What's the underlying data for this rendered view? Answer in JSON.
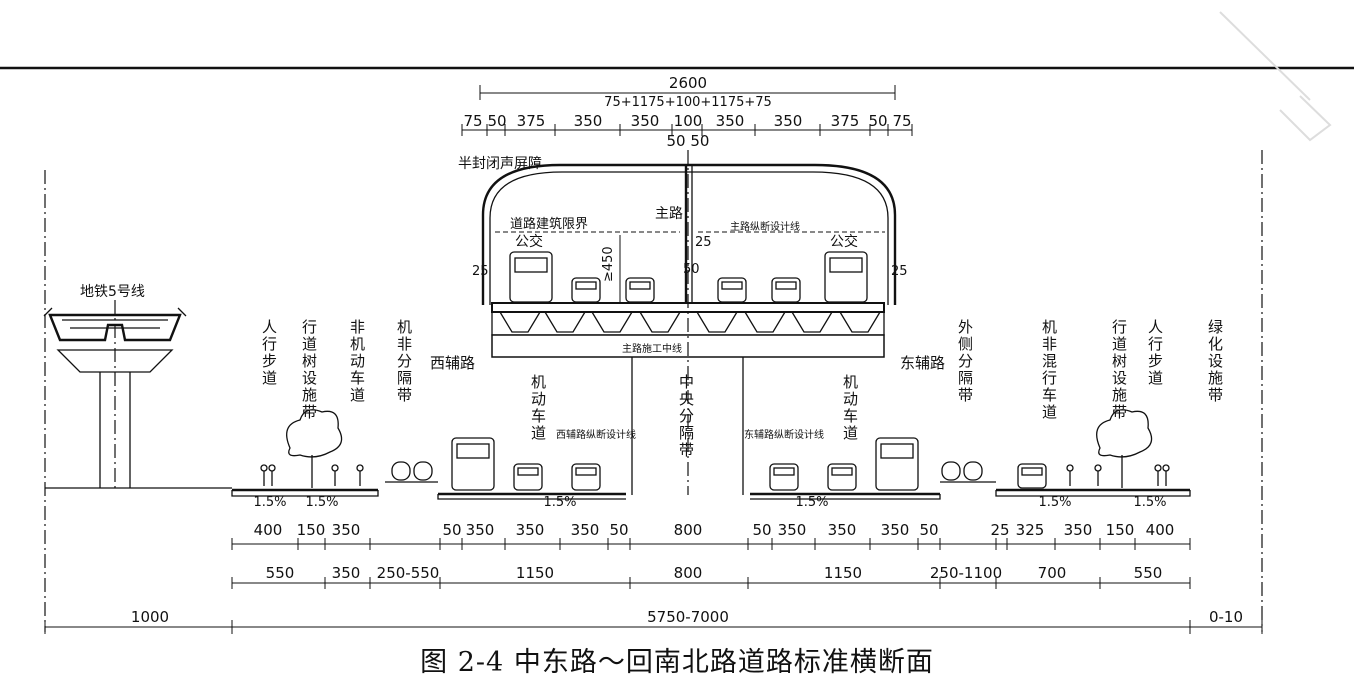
{
  "figure": {
    "caption": "图 2-4   中东路～回南北路道路标准横断面"
  },
  "top_dims": {
    "total": "2600",
    "formula": "75+1175+100+1175+75",
    "segments": [
      "75",
      "50",
      "375",
      "350",
      "350",
      "100",
      "350",
      "350",
      "375",
      "50",
      "75"
    ],
    "center": "50 50"
  },
  "elevated": {
    "barrier_label": "半封闭声屏障",
    "clearance_label": "道路建筑限界",
    "main_road_label": "主路",
    "bus_left": "公交",
    "bus_right": "公交",
    "height_label": "≥450",
    "offset_25_top": "25",
    "offset_25_left": "25",
    "offset_25_right": "25",
    "offset_50": "50",
    "profile_line": "主路纵断设计线",
    "construction_center": "主路施工中线"
  },
  "ground_labels": {
    "metro": "地铁5号线",
    "left_sidewalk": "人行步道",
    "left_tree_belt": "行道树设施带",
    "left_nonmotor": "非机动车道",
    "left_separator": "机非分隔带",
    "west_aux": "西辅路",
    "west_motor": "机动车道",
    "west_profile": "西辅路纵断设计线",
    "median": "中央分隔带",
    "east_motor": "机动车道",
    "east_profile": "东辅路纵断设计线",
    "east_aux": "东辅路",
    "east_outer_sep": "外侧分隔带",
    "east_mixed": "机非混行车道",
    "right_tree_belt": "行道树设施带",
    "right_sidewalk": "人行步道",
    "green_belt": "绿化设施带"
  },
  "slopes": [
    "1.5%",
    "1.5%",
    "1.5%",
    "1.5%",
    "1.5%",
    "1.5%"
  ],
  "dim_row1": [
    "400",
    "150",
    "350",
    "50",
    "350",
    "350",
    "350",
    "50",
    "800",
    "50",
    "350",
    "350",
    "350",
    "50",
    "25",
    "325",
    "350",
    "150",
    "400"
  ],
  "dim_row2": [
    "550",
    "350",
    "250-550",
    "1150",
    "800",
    "1150",
    "250-1100",
    "700",
    "550"
  ],
  "dim_row3": [
    "1000",
    "5750-7000",
    "0-10"
  ]
}
